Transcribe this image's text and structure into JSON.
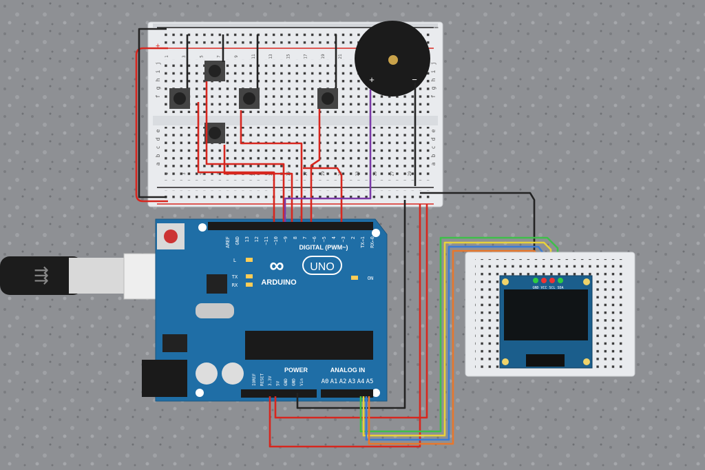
{
  "scene": {
    "background_color": "#8e9094",
    "board": {
      "model": "UNO",
      "brand": "ARDUINO",
      "color": "#1f6ea6",
      "digital_label": "DIGITAL (PWM~)",
      "power_label": "POWER",
      "analog_label": "ANALOG IN",
      "digital_pins": [
        "AREF",
        "GND",
        "13",
        "12",
        "~11",
        "~10",
        "~9",
        "8",
        "7",
        "~6",
        "~5",
        "4",
        "~3",
        "2",
        "TX→1",
        "RX←0"
      ],
      "power_pins": [
        "IOREF",
        "RESET",
        "3.3V",
        "5V",
        "GND",
        "GND",
        "Vin"
      ],
      "analog_pins": [
        "A0",
        "A1",
        "A2",
        "A3",
        "A4",
        "A5"
      ],
      "leds": [
        "L",
        "TX",
        "RX",
        "ON"
      ]
    },
    "breadboard": {
      "row_letters_top": [
        "j",
        "i",
        "h",
        "g",
        "f"
      ],
      "row_letters_bottom": [
        "e",
        "d",
        "c",
        "b",
        "a"
      ],
      "column_numbers": [
        "1",
        "3",
        "5",
        "7",
        "9",
        "11",
        "13",
        "15",
        "17",
        "19",
        "21",
        "23",
        "25",
        "27",
        "29"
      ],
      "rail_plus": "+",
      "rail_minus": "−"
    },
    "buzzer": {
      "plus": "+",
      "minus": "−"
    },
    "oled": {
      "pins": [
        "GND",
        "VCC",
        "SCL",
        "SDA"
      ],
      "pin_colors": [
        "#2ecc40",
        "#e33",
        "#e33",
        "#2ecc40"
      ]
    },
    "wire_colors": {
      "red": "#d7261e",
      "black": "#222222",
      "purple": "#7b3aa8",
      "green": "#3fbf4a",
      "yellow": "#e8d23a",
      "blue": "#3a7bd5",
      "orange": "#e8772b"
    }
  }
}
